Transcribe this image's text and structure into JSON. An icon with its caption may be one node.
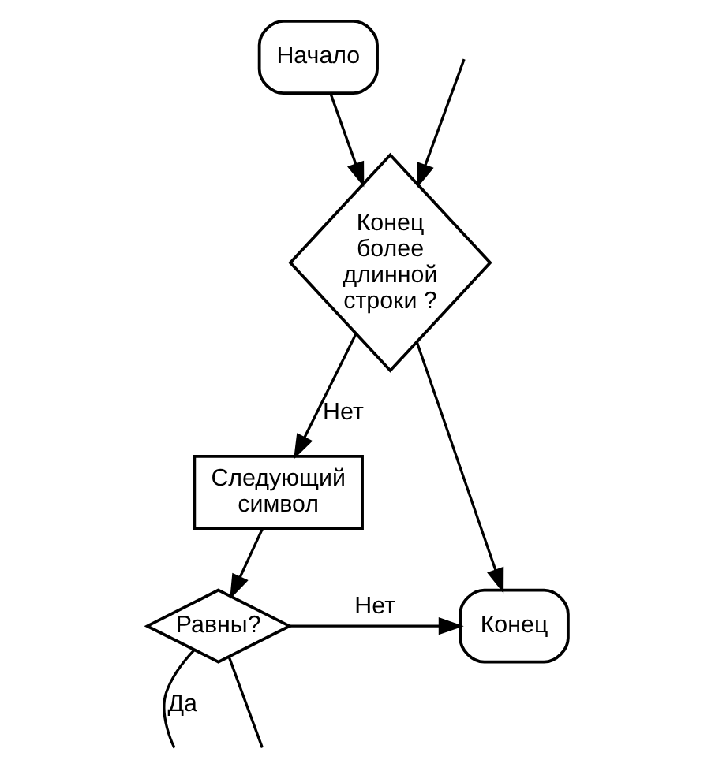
{
  "diagram": {
    "nodes": [
      {
        "text": [
          "Начало"
        ]
      },
      {
        "text": [
          "Конец более длинной строки ?"
        ]
      },
      {
        "text": [
          "Следующий символ"
        ]
      },
      {
        "text": [
          "Конец"
        ]
      },
      {
        "text": [
          "Равны?"
        ]
      }
    ],
    "edges": [
      {
        "from": 0,
        "to": 1,
        "arrow": "to"
      },
      {
        "from": null,
        "to": 1,
        "arrow": "to"
      },
      {
        "from": 1,
        "to": 3,
        "arrow": "to"
      },
      {
        "from": 1,
        "to": 2,
        "label": "Нет",
        "arrow": "to"
      },
      {
        "from": 2,
        "to": 4,
        "arrow": "to"
      },
      {
        "from": 4,
        "to": 3,
        "label": "Нет",
        "arrow": "to"
      },
      {
        "from": 4,
        "to": null,
        "label": "Да",
        "arrow": "none"
      },
      {
        "from": 4,
        "to": null,
        "arrow": "none"
      }
    ]
  }
}
